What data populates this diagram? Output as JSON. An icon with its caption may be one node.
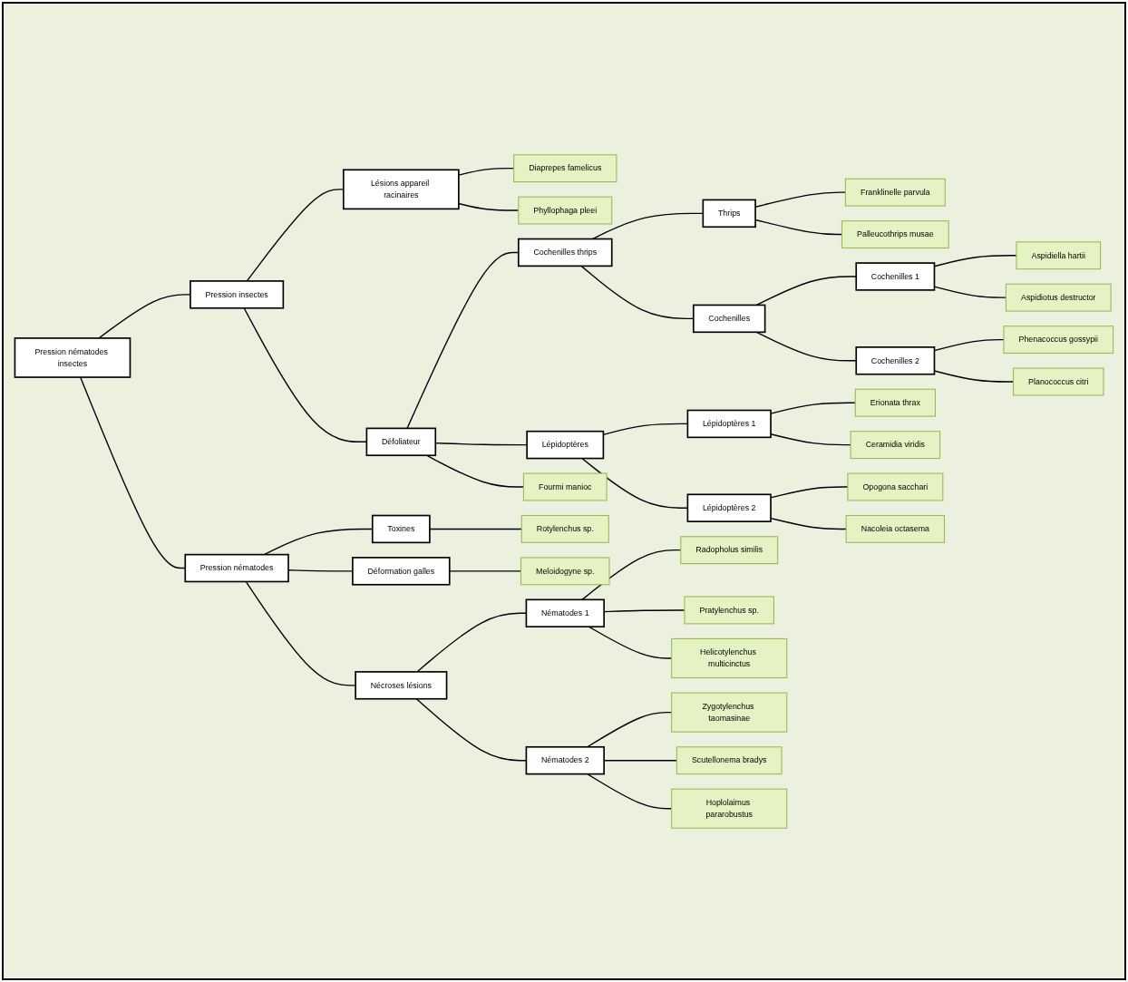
{
  "diagram": {
    "nodes": [
      {
        "text": [
          "Pression nématodes insectes"
        ]
      },
      {
        "text": [
          "Pression insectes"
        ]
      },
      {
        "text": [
          "Lésions appareil racinaires"
        ]
      },
      {
        "text": [
          "Diaprepes famelicus"
        ]
      },
      {
        "text": [
          "Phyllophaga pleei"
        ]
      },
      {
        "text": [
          "Défoliateur"
        ]
      },
      {
        "text": [
          "Cochenilles thrips"
        ]
      },
      {
        "text": [
          "Thrips"
        ]
      },
      {
        "text": [
          "Franklinelle parvula"
        ]
      },
      {
        "text": [
          "Palleucothrips musae"
        ]
      },
      {
        "text": [
          "Cochenilles"
        ]
      },
      {
        "text": [
          "Cochenilles 1"
        ]
      },
      {
        "text": [
          "Aspidiella hartii"
        ]
      },
      {
        "text": [
          "Aspidiotus destructor"
        ]
      },
      {
        "text": [
          "Cochenilles 2"
        ]
      },
      {
        "text": [
          "Phenacoccus gossypii"
        ]
      },
      {
        "text": [
          "Planococcus citri"
        ]
      },
      {
        "text": [
          "Lépidoptères"
        ]
      },
      {
        "text": [
          "Lépidoptères 1"
        ]
      },
      {
        "text": [
          "Erionata thrax"
        ]
      },
      {
        "text": [
          "Ceramidia viridis"
        ]
      },
      {
        "text": [
          "Lépidoptères 2"
        ]
      },
      {
        "text": [
          "Opogona sacchari"
        ]
      },
      {
        "text": [
          "Nacoleia octasema"
        ]
      },
      {
        "text": [
          "Fourmi manioc"
        ]
      },
      {
        "text": [
          "Pression nématodes"
        ]
      },
      {
        "text": [
          "Toxines"
        ]
      },
      {
        "text": [
          "Rotylenchus sp."
        ]
      },
      {
        "text": [
          "Déformation galles"
        ]
      },
      {
        "text": [
          "Meloidogyne sp."
        ]
      },
      {
        "text": [
          "Nécroses lésions"
        ]
      },
      {
        "text": [
          "Nématodes 1"
        ]
      },
      {
        "text": [
          "Radopholus similis"
        ]
      },
      {
        "text": [
          "Pratylenchus sp."
        ]
      },
      {
        "text": [
          "Helicotylenchus multicinctus"
        ]
      },
      {
        "text": [
          "Nématodes 2"
        ]
      },
      {
        "text": [
          "Zygotylenchus taomasinae"
        ]
      },
      {
        "text": [
          "Scutellonema bradys"
        ]
      },
      {
        "text": [
          "Hoplolaimus pararobustus"
        ]
      }
    ],
    "edges": [
      {
        "from": 0,
        "to": 1,
        "arrow": "none"
      },
      {
        "from": 1,
        "to": 2,
        "arrow": "none"
      },
      {
        "from": 2,
        "to": 3,
        "arrow": "none"
      },
      {
        "from": 2,
        "to": 4,
        "arrow": "none"
      },
      {
        "from": 1,
        "to": 5,
        "arrow": "none"
      },
      {
        "from": 5,
        "to": 6,
        "arrow": "none"
      },
      {
        "from": 6,
        "to": 7,
        "arrow": "none"
      },
      {
        "from": 7,
        "to": 8,
        "arrow": "none"
      },
      {
        "from": 7,
        "to": 9,
        "arrow": "none"
      },
      {
        "from": 6,
        "to": 10,
        "arrow": "none"
      },
      {
        "from": 10,
        "to": 11,
        "arrow": "none"
      },
      {
        "from": 11,
        "to": 12,
        "arrow": "none"
      },
      {
        "from": 11,
        "to": 13,
        "arrow": "none"
      },
      {
        "from": 10,
        "to": 14,
        "arrow": "none"
      },
      {
        "from": 14,
        "to": 15,
        "arrow": "none"
      },
      {
        "from": 14,
        "to": 16,
        "arrow": "none"
      },
      {
        "from": 5,
        "to": 17,
        "arrow": "none"
      },
      {
        "from": 17,
        "to": 18,
        "arrow": "none"
      },
      {
        "from": 18,
        "to": 19,
        "arrow": "none"
      },
      {
        "from": 18,
        "to": 20,
        "arrow": "none"
      },
      {
        "from": 17,
        "to": 21,
        "arrow": "none"
      },
      {
        "from": 21,
        "to": 22,
        "arrow": "none"
      },
      {
        "from": 21,
        "to": 23,
        "arrow": "none"
      },
      {
        "from": 5,
        "to": 24,
        "arrow": "none"
      },
      {
        "from": 0,
        "to": 25,
        "arrow": "none"
      },
      {
        "from": 25,
        "to": 26,
        "arrow": "none"
      },
      {
        "from": 26,
        "to": 27,
        "arrow": "none"
      },
      {
        "from": 25,
        "to": 28,
        "arrow": "none"
      },
      {
        "from": 28,
        "to": 29,
        "arrow": "none"
      },
      {
        "from": 25,
        "to": 30,
        "arrow": "none"
      },
      {
        "from": 30,
        "to": 31,
        "arrow": "none"
      },
      {
        "from": 31,
        "to": 32,
        "arrow": "none"
      },
      {
        "from": 31,
        "to": 33,
        "arrow": "none"
      },
      {
        "from": 31,
        "to": 34,
        "arrow": "none"
      },
      {
        "from": 30,
        "to": 35,
        "arrow": "none"
      },
      {
        "from": 35,
        "to": 36,
        "arrow": "none"
      },
      {
        "from": 35,
        "to": 37,
        "arrow": "none"
      },
      {
        "from": 35,
        "to": 38,
        "arrow": "none"
      }
    ]
  }
}
